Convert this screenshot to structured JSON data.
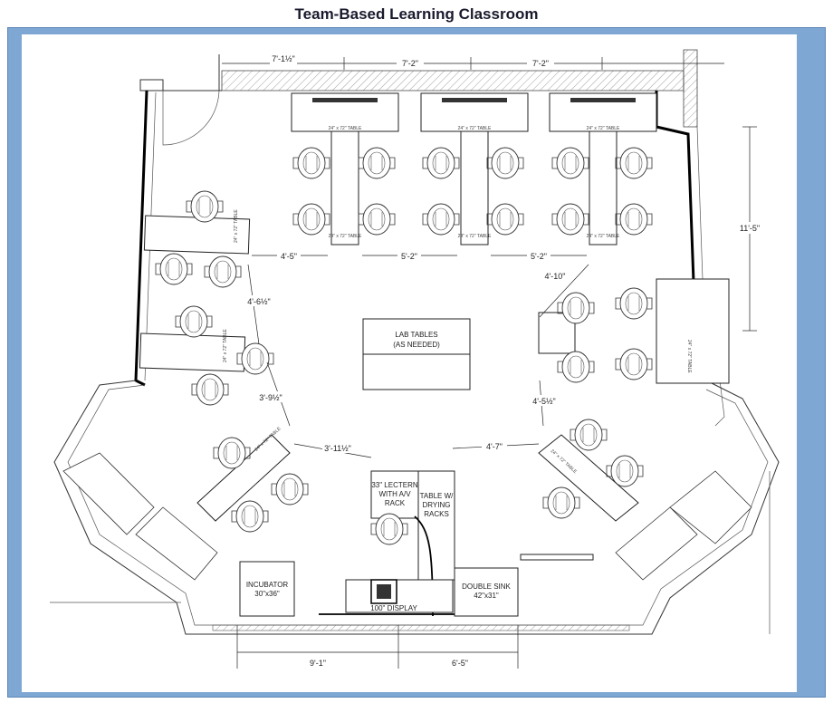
{
  "title": "Team-Based Learning Classroom",
  "labels": {
    "lab_tables_line1": "LAB TABLES",
    "lab_tables_line2": "(AS NEEDED)",
    "lectern_line1": "33\" LECTERN",
    "lectern_line2": "WITH A/V",
    "lectern_line3": "RACK",
    "table_drying_line1": "TABLE W/",
    "table_drying_line2": "DRYING",
    "table_drying_line3": "RACKS",
    "incubator_line1": "INCUBATOR",
    "incubator_line2": "30\"x36\"",
    "double_sink_line1": "DOUBLE SINK",
    "double_sink_line2": "42\"x31\"",
    "display": "100\" DISPLAY"
  },
  "dimensions": {
    "top_left": "7'-1½\"",
    "top_mid": "7'-2\"",
    "top_right": "7'-2\"",
    "right_height": "11'-5\"",
    "left_gap": "4'-5\"",
    "row_gap_1": "5'-2\"",
    "row_gap_2": "5'-2\"",
    "right_gap": "4'-10\"",
    "left_side_1": "4'-6½\"",
    "left_side_2": "3'-9½\"",
    "right_side": "4'-5½\"",
    "center_left": "3'-11½\"",
    "center_right": "4'-7\"",
    "bottom_left": "9'-1\"",
    "bottom_right": "6'-5\""
  },
  "small_labels": {
    "table_size": "24\" x 72\" TABLE"
  }
}
